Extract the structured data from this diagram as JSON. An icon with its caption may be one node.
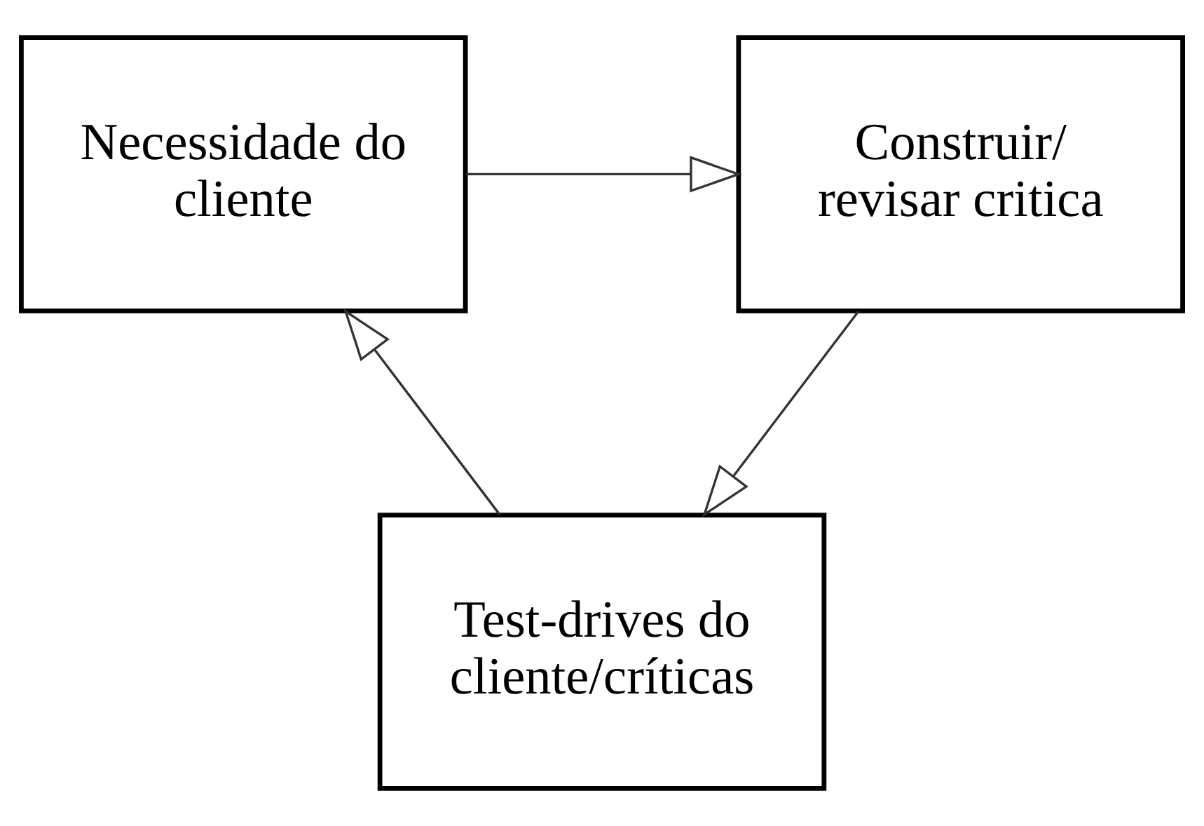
{
  "diagram": {
    "nodes": [
      {
        "text": [
          "Necessidade do cliente"
        ]
      },
      {
        "text": [
          "Construir/ revisar critica"
        ]
      },
      {
        "text": [
          "Test-drives do cliente/críticas"
        ]
      }
    ],
    "edges": [
      {
        "from": 0,
        "to": 1,
        "arrow": "to"
      },
      {
        "from": 1,
        "to": 2,
        "arrow": "to"
      },
      {
        "from": 2,
        "to": 0,
        "arrow": "to"
      }
    ]
  }
}
